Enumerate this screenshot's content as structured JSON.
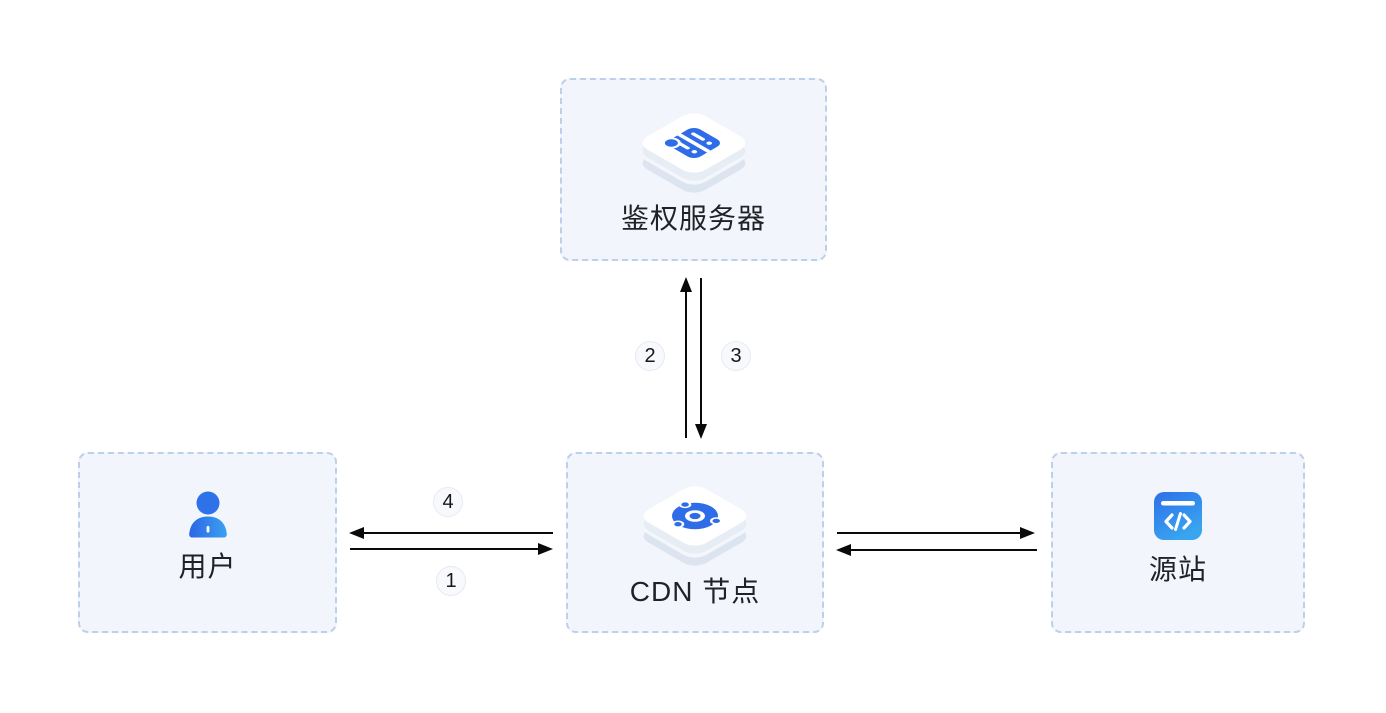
{
  "diagram": {
    "nodes": {
      "auth_server": {
        "label": "鉴权服务器",
        "icon": "auth-server-3d-box-icon"
      },
      "user": {
        "label": "用户",
        "icon": "user-person-icon"
      },
      "cdn_node": {
        "label": "CDN 节点",
        "icon": "cdn-network-3d-box-icon"
      },
      "origin": {
        "label": "源站",
        "icon": "origin-code-window-icon"
      }
    },
    "steps": {
      "s1": "1",
      "s2": "2",
      "s3": "3",
      "s4": "4"
    },
    "edges": [
      {
        "from": "user",
        "to": "cdn_node",
        "step": "1",
        "direction": "right"
      },
      {
        "from": "cdn_node",
        "to": "auth_server",
        "step": "2",
        "direction": "up"
      },
      {
        "from": "auth_server",
        "to": "cdn_node",
        "step": "3",
        "direction": "down"
      },
      {
        "from": "cdn_node",
        "to": "user",
        "step": "4",
        "direction": "left"
      },
      {
        "from": "cdn_node",
        "to": "origin",
        "step": "",
        "direction": "right"
      },
      {
        "from": "origin",
        "to": "cdn_node",
        "step": "",
        "direction": "left"
      }
    ],
    "colors": {
      "background": "#ffffff",
      "box_fill": "#f2f5fb",
      "box_border": "#bdd0ea",
      "icon_blue": "#2f6ce8",
      "icon_blue_light": "#3aa3ef",
      "arrow": "#0a0a0a",
      "badge_fill": "#f8f9fd",
      "badge_border": "#e7eaf2",
      "label_text": "#1f2326"
    }
  }
}
